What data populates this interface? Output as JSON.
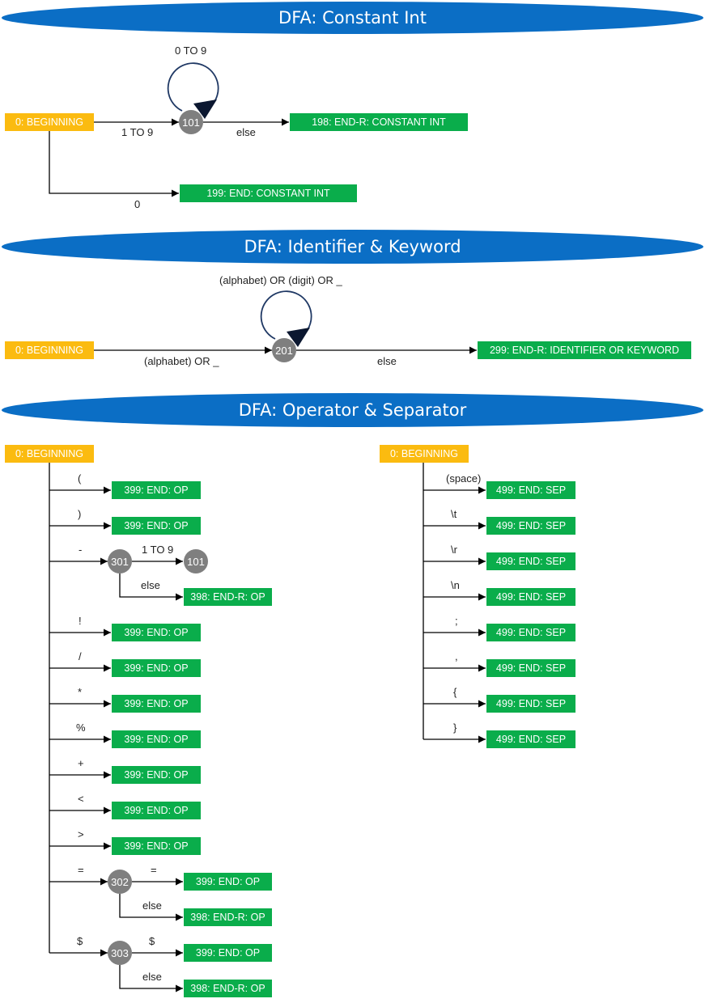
{
  "sections": {
    "const_int": {
      "title": "DFA: Constant Int",
      "start": "0: BEGINNING",
      "state": "101",
      "loop_label": "0 TO 9",
      "to_state_label": "1 TO 9",
      "else_label": "else",
      "end_r": "198: END-R: CONSTANT INT",
      "zero_label": "0",
      "end": "199: END: CONSTANT INT"
    },
    "identifier": {
      "title": "DFA: Identifier & Keyword",
      "start": "0: BEGINNING",
      "state": "201",
      "loop_label": "(alphabet) OR (digit) OR _",
      "to_state_label": "(alphabet) OR _",
      "else_label": "else",
      "end_r": "299: END-R: IDENTIFIER OR KEYWORD"
    },
    "operator": {
      "title": "DFA: Operator & Separator",
      "op_start": "0: BEGINNING",
      "op_rows": [
        {
          "label": "(",
          "end": "399: END: OP"
        },
        {
          "label": ")",
          "end": "399: END: OP"
        },
        {
          "label": "-",
          "state": "301",
          "next_label": "1 TO 9",
          "next_state": "101",
          "else_label": "else",
          "else_end": "398: END-R: OP"
        },
        {
          "label": "!",
          "end": "399: END: OP"
        },
        {
          "label": "/",
          "end": "399: END: OP"
        },
        {
          "label": "*",
          "end": "399: END: OP"
        },
        {
          "label": "%",
          "end": "399: END: OP"
        },
        {
          "label": "+",
          "end": "399: END: OP"
        },
        {
          "label": "<",
          "end": "399: END: OP"
        },
        {
          "label": ">",
          "end": "399: END: OP"
        },
        {
          "label": "=",
          "state": "302",
          "next_label": "=",
          "next_end": "399: END: OP",
          "else_label": "else",
          "else_end": "398: END-R: OP"
        },
        {
          "label": "$",
          "state": "303",
          "next_label": "$",
          "next_end": "399: END: OP",
          "else_label": "else",
          "else_end": "398: END-R: OP"
        }
      ],
      "sep_start": "0: BEGINNING",
      "sep_rows": [
        {
          "label": "(space)",
          "end": "499: END: SEP"
        },
        {
          "label": "\\t",
          "end": "499: END: SEP"
        },
        {
          "label": "\\r",
          "end": "499: END: SEP"
        },
        {
          "label": "\\n",
          "end": "499: END: SEP"
        },
        {
          "label": ";",
          "end": "499: END: SEP"
        },
        {
          "label": ",",
          "end": "499: END: SEP"
        },
        {
          "label": "{",
          "end": "499: END: SEP"
        },
        {
          "label": "}",
          "end": "499: END: SEP"
        }
      ]
    }
  },
  "colors": {
    "banner": "#0b6ec5",
    "start_box": "#fbbb10",
    "end_box": "#0aad4b",
    "state_circle": "#7f7f7f"
  }
}
